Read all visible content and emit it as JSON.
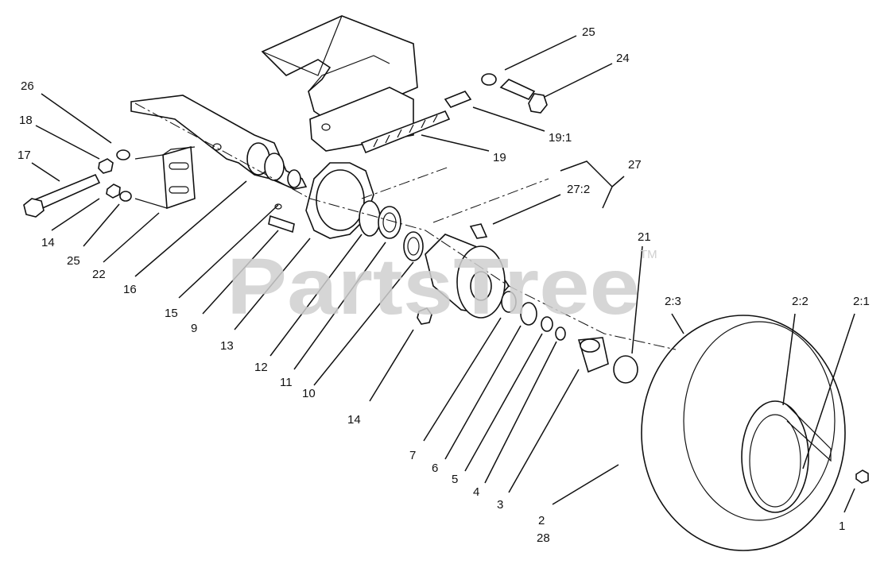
{
  "watermark": {
    "text": "PartsTree",
    "trademark": "TM"
  },
  "callouts": {
    "c25a": "25",
    "c24": "24",
    "c26": "26",
    "c18": "18",
    "c17": "17",
    "c14a": "14",
    "c25b": "25",
    "c22": "22",
    "c16": "16",
    "c15": "15",
    "c9": "9",
    "c13": "13",
    "c12": "12",
    "c11": "11",
    "c10": "10",
    "c14b": "14",
    "c19_1": "19:1",
    "c19": "19",
    "c27": "27",
    "c27_2": "27:2",
    "c21": "21",
    "c7": "7",
    "c6": "6",
    "c5": "5",
    "c4": "4",
    "c3": "3",
    "c2_3": "2:3",
    "c2_2": "2:2",
    "c2_1": "2:1",
    "c2": "2",
    "c28": "28",
    "c1": "1"
  }
}
